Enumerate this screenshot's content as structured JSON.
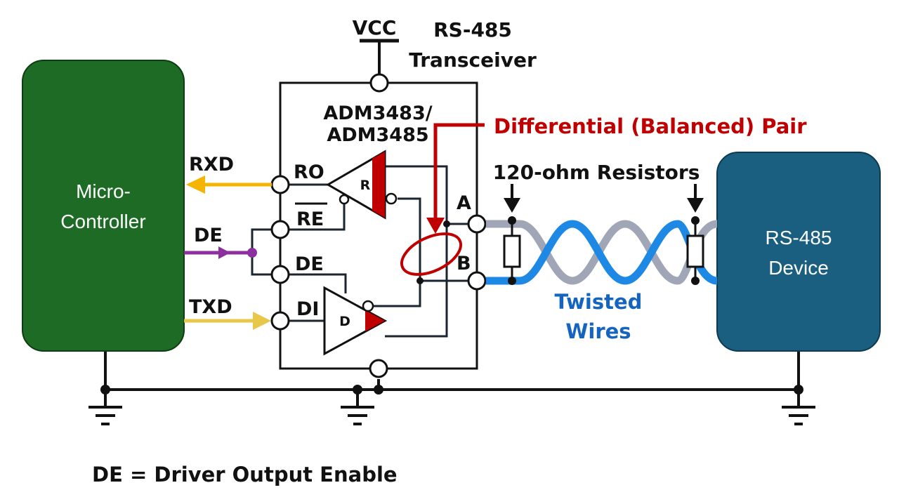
{
  "labels": {
    "vcc": "VCC",
    "transceiver_line1": "RS-485",
    "transceiver_line2": "Transceiver",
    "chip_line1": "ADM3483/",
    "chip_line2": "ADM3485",
    "differential_pair": "Differential (Balanced) Pair",
    "resistors": "120-ohm Resistors",
    "twisted_line1": "Twisted",
    "twisted_line2": "Wires",
    "pin_ro": "RO",
    "pin_re": "RE",
    "pin_de": "DE",
    "pin_di": "DI",
    "pin_a": "A",
    "pin_b": "B",
    "receiver_letter": "R",
    "driver_letter": "D",
    "signal_rxd": "RXD",
    "signal_de": "DE",
    "signal_txd": "TXD",
    "footnote": "DE = Driver Output Enable"
  },
  "blocks": {
    "microcontroller_line1": "Micro-",
    "microcontroller_line2": "Controller",
    "device_line1": "RS-485",
    "device_line2": "Device"
  },
  "colors": {
    "microcontroller_fill": "#1e6b25",
    "device_fill": "#1a5f80",
    "differential_red": "#c00000",
    "twisted_blue": "#1e88e5",
    "twisted_blue_text": "#1565c0",
    "twisted_gray": "#a0a6b6",
    "rxd_arrow": "#f4b400",
    "txd_arrow": "#e8c84a",
    "de_line": "#8e2f9e",
    "wire": "#111111"
  }
}
